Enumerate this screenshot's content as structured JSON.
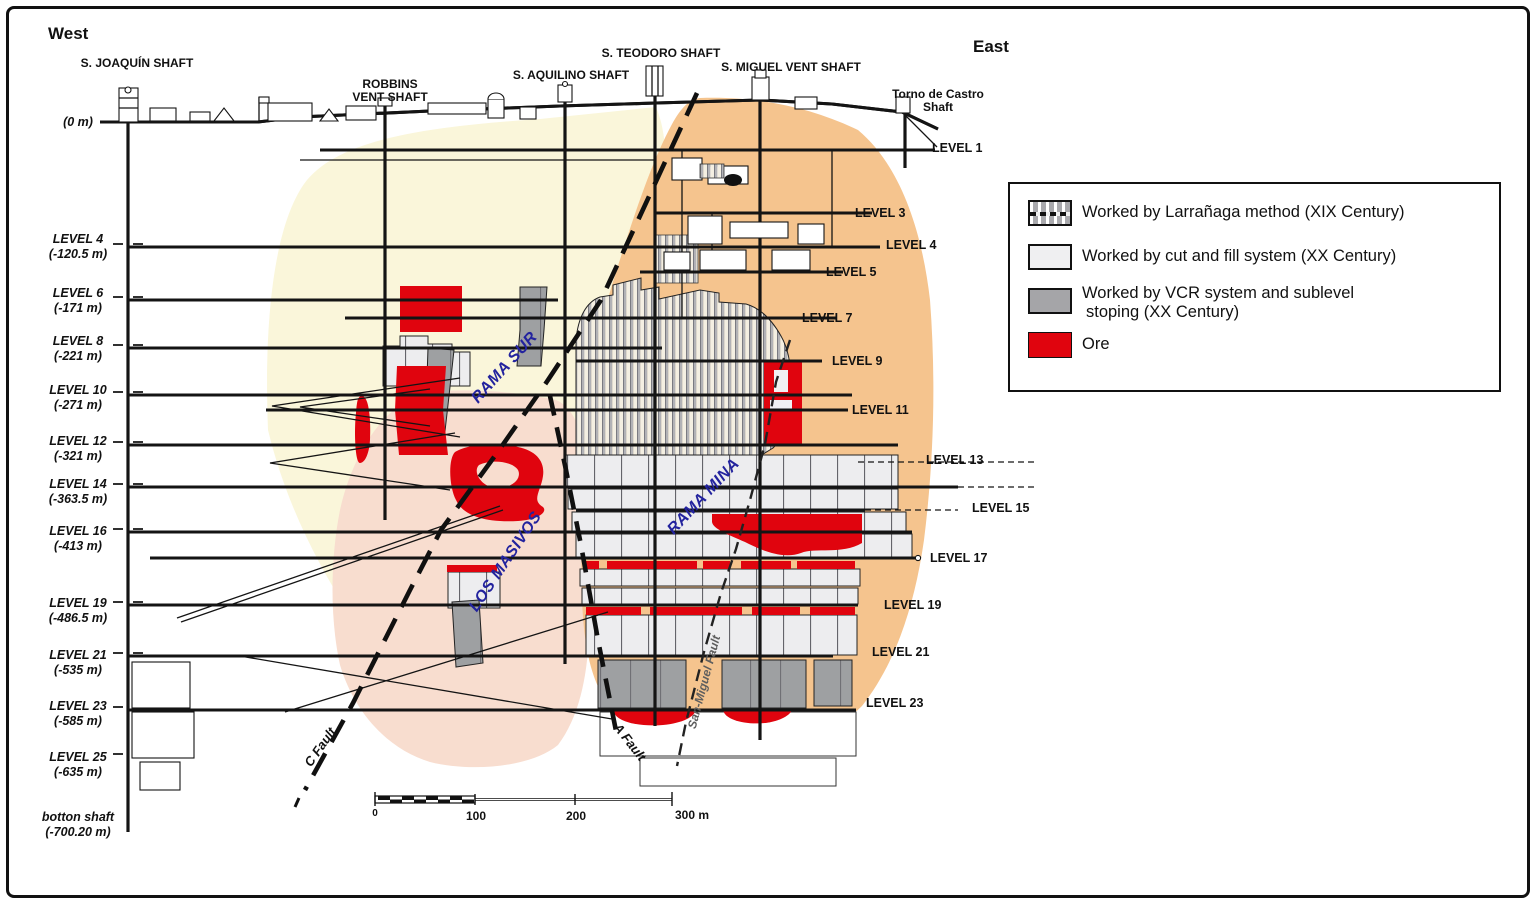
{
  "frame": {
    "west": "West",
    "east": "East"
  },
  "shafts": [
    {
      "line1": "S. JOAQUÍN SHAFT",
      "line2": ""
    },
    {
      "line1": "ROBBINS",
      "line2": "VENT SHAFT"
    },
    {
      "line1": "S. AQUILINO SHAFT",
      "line2": ""
    },
    {
      "line1": "S. TEODORO SHAFT",
      "line2": ""
    },
    {
      "line1": "S. MIGUEL VENT SHAFT",
      "line2": ""
    },
    {
      "line1": "Torno de Castro",
      "line2": "Shaft"
    }
  ],
  "left_levels": [
    {
      "label": "(0 m)",
      "depth": ""
    },
    {
      "label": "LEVEL 4",
      "depth": "(-120.5 m)"
    },
    {
      "label": "LEVEL 6",
      "depth": "(-171 m)"
    },
    {
      "label": "LEVEL 8",
      "depth": "(-221 m)"
    },
    {
      "label": "LEVEL 10",
      "depth": "(-271 m)"
    },
    {
      "label": "LEVEL 12",
      "depth": "(-321 m)"
    },
    {
      "label": "LEVEL 14",
      "depth": "(-363.5 m)"
    },
    {
      "label": "LEVEL 16",
      "depth": "(-413 m)"
    },
    {
      "label": "LEVEL 19",
      "depth": "(-486.5 m)"
    },
    {
      "label": "LEVEL 21",
      "depth": "(-535 m)"
    },
    {
      "label": "LEVEL 23",
      "depth": "(-585 m)"
    },
    {
      "label": "LEVEL 25",
      "depth": "(-635 m)"
    },
    {
      "label": "botton shaft",
      "depth": "(-700.20 m)"
    }
  ],
  "right_levels": [
    "LEVEL 1",
    "LEVEL 3",
    "LEVEL 4",
    "LEVEL 5",
    "LEVEL 7",
    "LEVEL 9",
    "LEVEL 11",
    "LEVEL 13",
    "LEVEL 15",
    "LEVEL 17",
    "LEVEL 19",
    "LEVEL 21",
    "LEVEL 23"
  ],
  "zone_labels": {
    "rama_sur": "RAMA SUR",
    "los_masivos": "LOS MASIVOS",
    "rama_mina": "RAMA MINA"
  },
  "fault_labels": {
    "c": "C Fault",
    "a": "A Fault",
    "san_miguel": "San-Miguel Fault"
  },
  "legend": {
    "items": [
      {
        "key": "larranaga-workings",
        "label": "Worked by Larrañaga method (XIX Century)"
      },
      {
        "key": "cut-and-fill-workings",
        "label": "Worked by cut and fill system (XX Century)"
      },
      {
        "key": "vcr-workings",
        "label_line1": "Worked by VCR system and sublevel",
        "label_line2": "stoping (XX Century)"
      },
      {
        "key": "ore",
        "label": "Ore"
      }
    ]
  },
  "scale_bar": {
    "t0": "0",
    "t100": "100",
    "t200": "200",
    "t300": "300 m"
  },
  "colors": {
    "ore_red": "#E0040E",
    "vcr_gray": "#9EA0A2",
    "cut_fill_gray": "#EDEDEF",
    "halo_yellow": "#FAF6DA",
    "halo_orange": "#F5C48E",
    "halo_pink": "#F8DDCF",
    "zone_label_blue": "#23239E"
  }
}
